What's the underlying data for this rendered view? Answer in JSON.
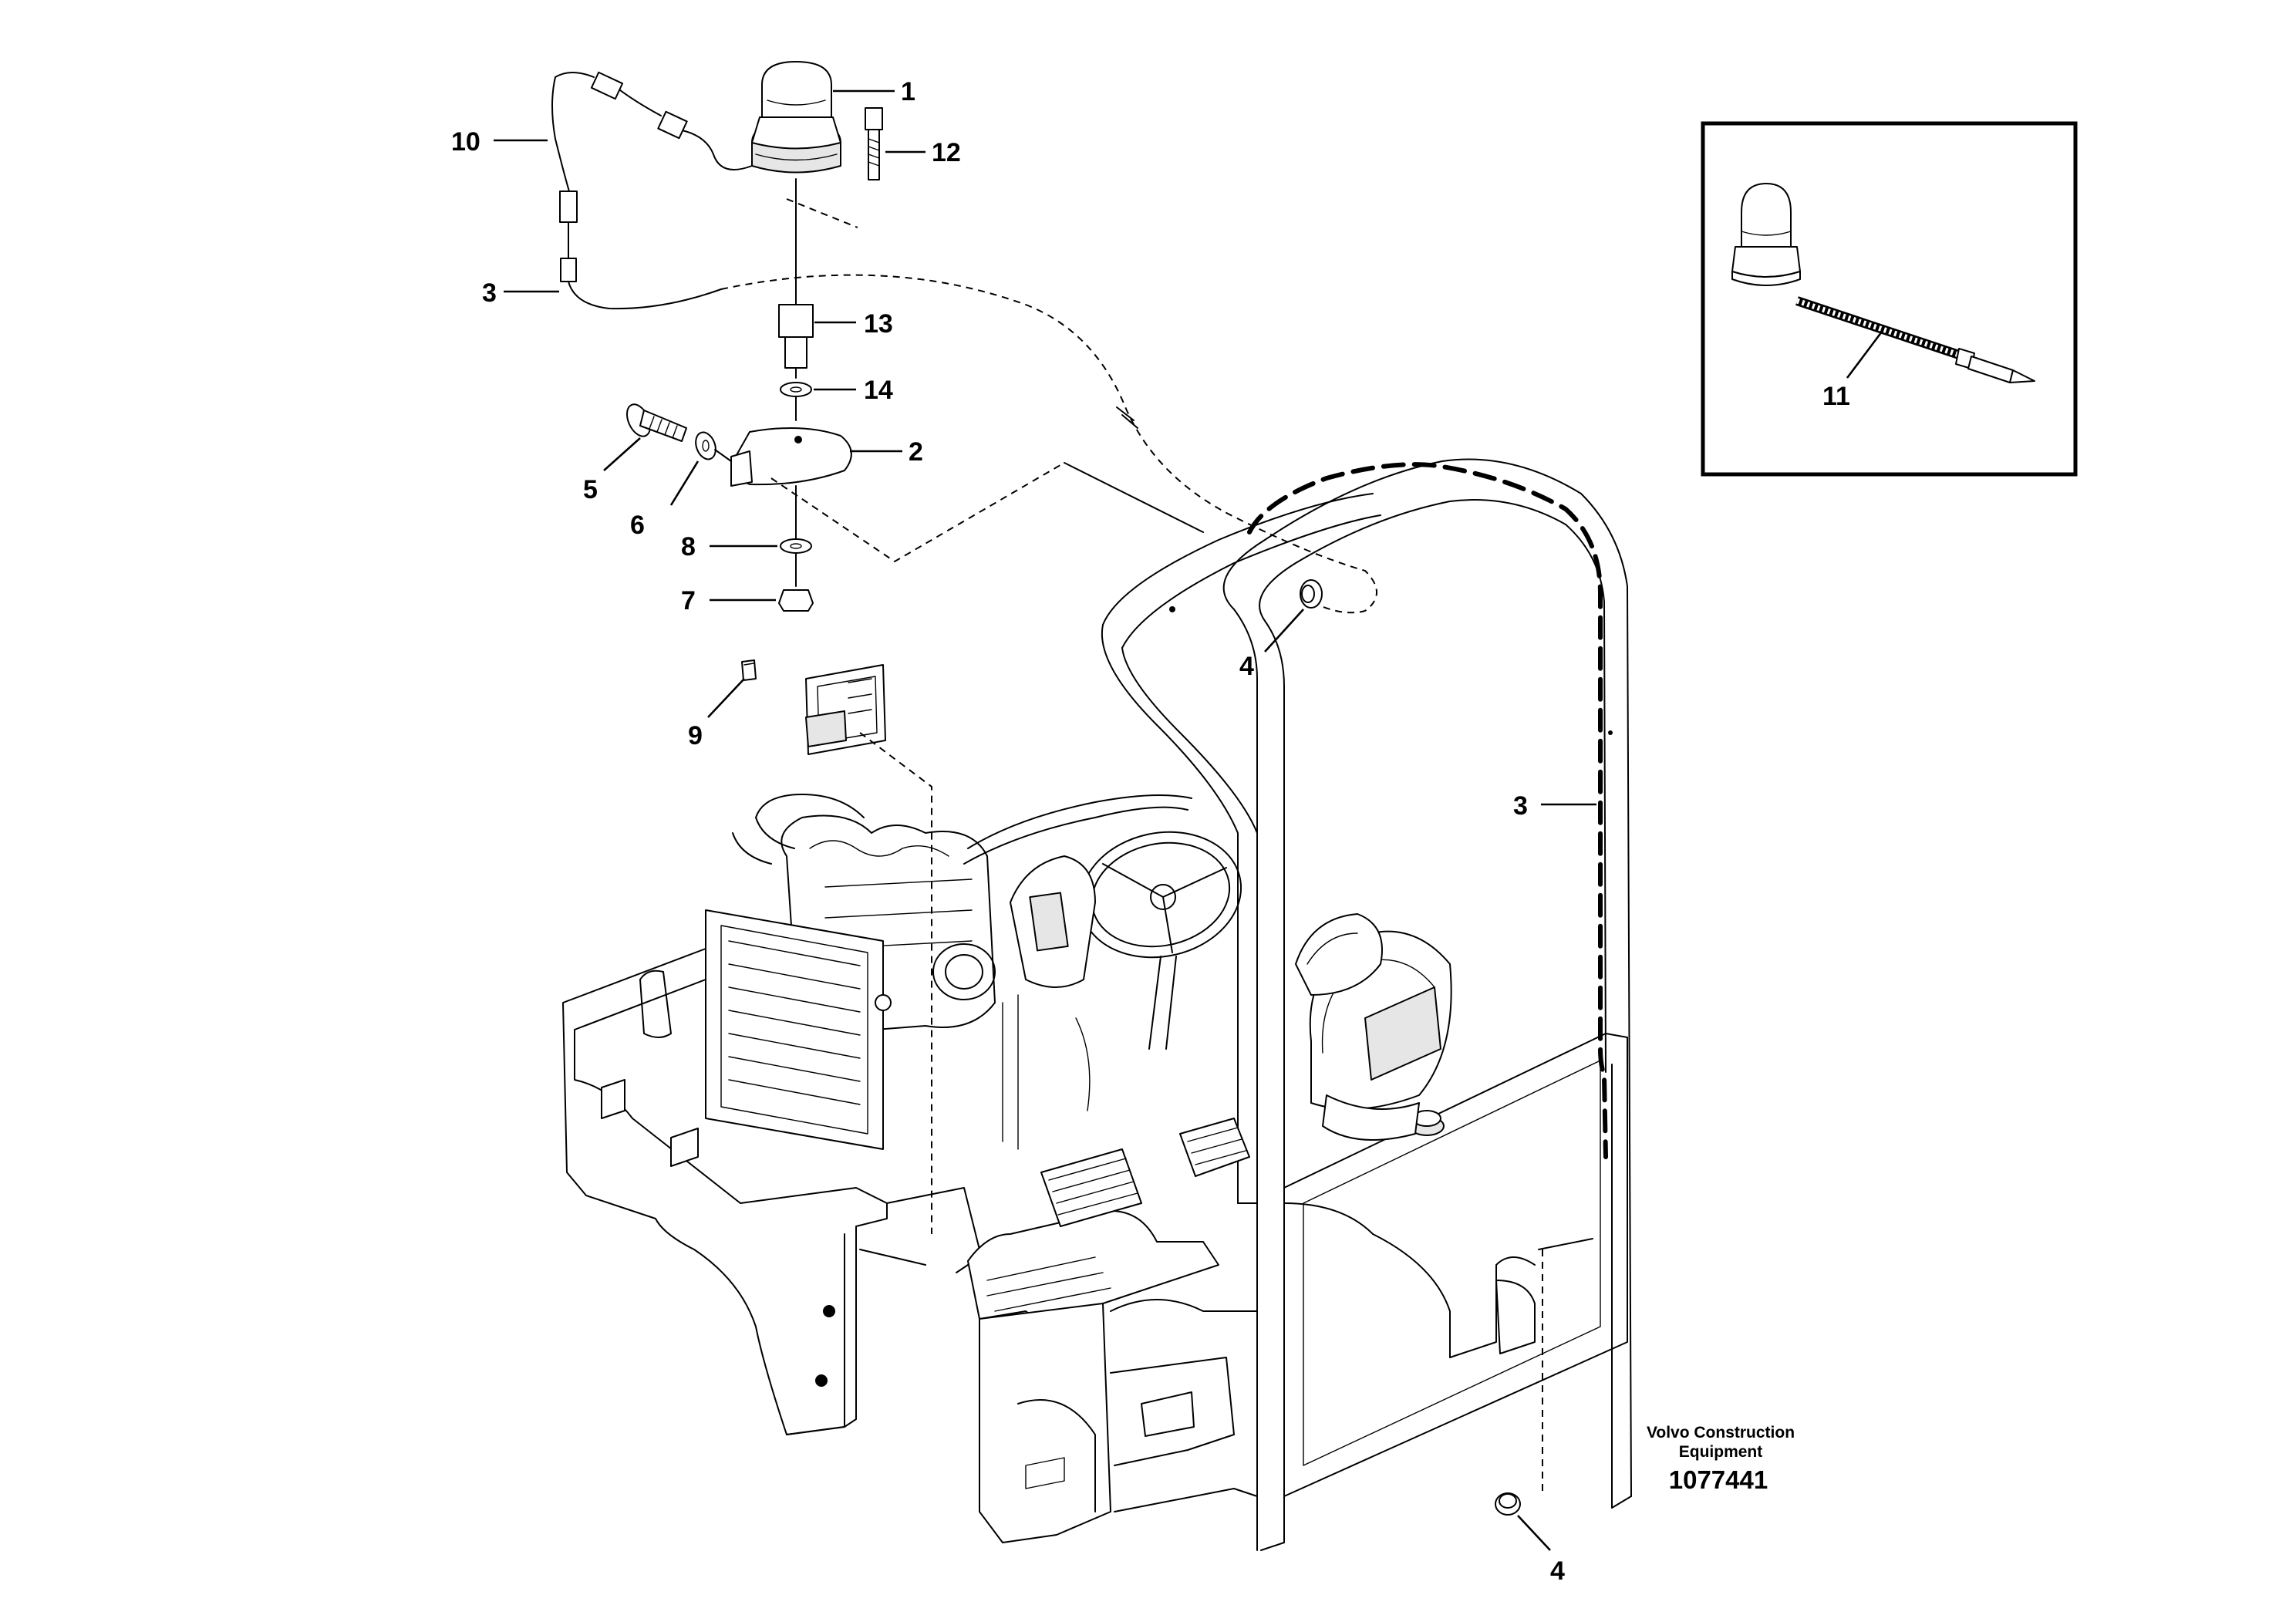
{
  "callouts": {
    "c1": "1",
    "c12": "12",
    "c10": "10",
    "c3_top": "3",
    "c13": "13",
    "c14": "14",
    "c2": "2",
    "c5": "5",
    "c6": "6",
    "c8": "8",
    "c7": "7",
    "c4_frame": "4",
    "c9": "9",
    "c3_frame": "3",
    "c4_bottom": "4",
    "c11": "11"
  },
  "caption": {
    "line1": "Volvo Construction",
    "line2": "Equipment",
    "number": "1077441"
  }
}
